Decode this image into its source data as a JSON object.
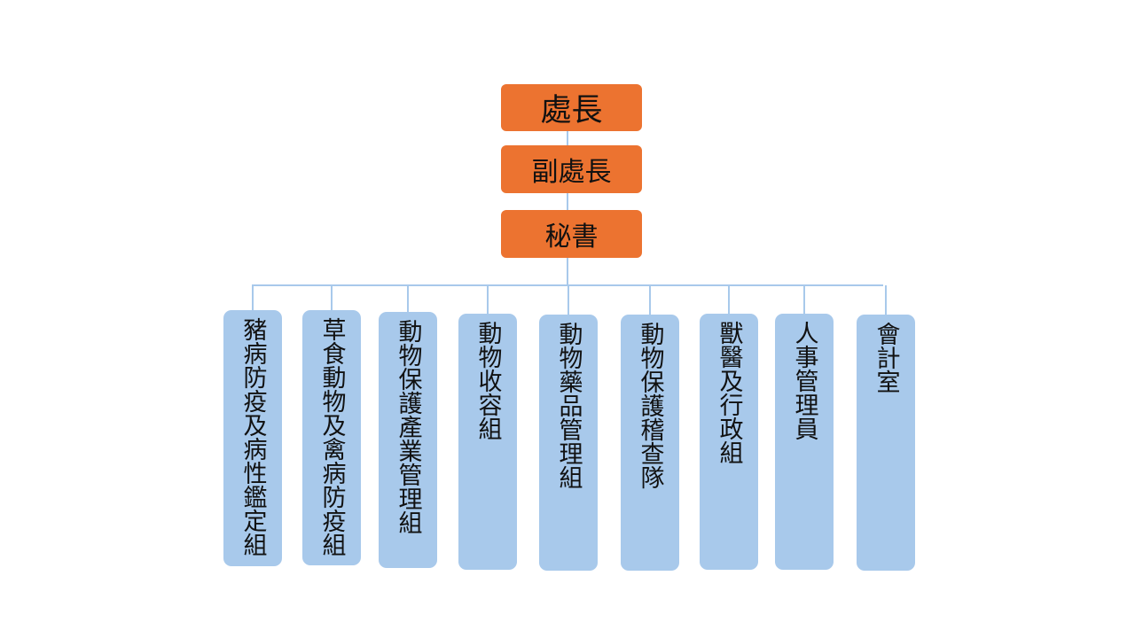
{
  "org_chart": {
    "director": "處長",
    "deputy_director": "副處長",
    "secretary": "秘書",
    "units": [
      "豬病防疫及病性鑑定組",
      "草食動物及禽病防疫組",
      "動物保護產業管理組",
      "動物收容組",
      "動物藥品管理組",
      "動物保護稽查隊",
      "獸醫及行政組",
      "人事管理員",
      "會計室"
    ]
  },
  "colors": {
    "leadership_box": "#ec7330",
    "unit_box": "#a8c9eb",
    "connector": "#a8c9eb",
    "text": "#111111"
  }
}
